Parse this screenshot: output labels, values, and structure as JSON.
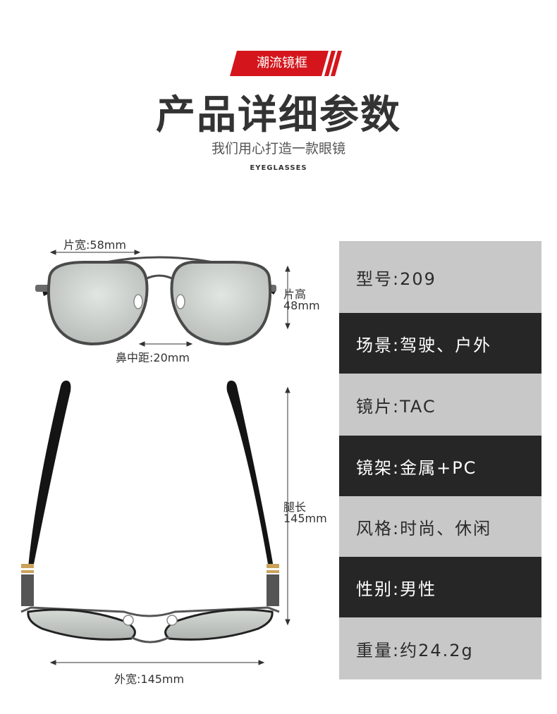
{
  "header": {
    "badge_text": "潮流镜框",
    "title": "产品详细参数",
    "subtitle": "我们用心打造一款眼镜",
    "english": "EYEGLASSES"
  },
  "dimensions": {
    "lens_width": "片宽:58mm",
    "lens_height_a": "片高",
    "lens_height_b": "48mm",
    "bridge": "鼻中距:20mm",
    "temple_a": "腿长",
    "temple_b": "145mm",
    "total_width": "外宽:145mm"
  },
  "specs": [
    {
      "text": "型号:209",
      "theme": "light"
    },
    {
      "text": "场景:驾驶、户外",
      "theme": "dark"
    },
    {
      "text": "镜片:TAC",
      "theme": "light"
    },
    {
      "text": "镜架:金属+PC",
      "theme": "dark"
    },
    {
      "text": "风格:时尚、休闲",
      "theme": "light"
    },
    {
      "text": "性别:男性",
      "theme": "dark"
    },
    {
      "text": "重量:约24.2g",
      "theme": "light"
    }
  ],
  "colors": {
    "accent_red": "#d4161c",
    "dark_row": "#262626",
    "light_row": "#c8c8c8"
  }
}
